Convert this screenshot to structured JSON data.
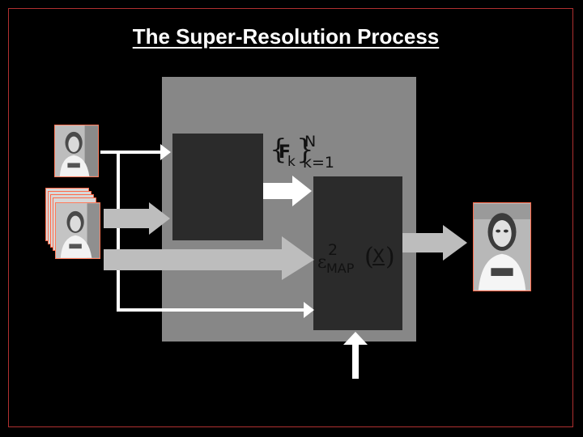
{
  "title": "The Super-Resolution Process",
  "formula_top": {
    "left_brace": "{",
    "symbol": "F",
    "subscript": "k",
    "right_brace": "}",
    "superscript": "N",
    "range": "k=1"
  },
  "formula_bottom": {
    "epsilon": "ε",
    "superscript": "2",
    "subscript": "MAP",
    "open_paren": "(",
    "variable": "X",
    "close_paren": ")"
  },
  "colors": {
    "background": "#000000",
    "panel": "#878787",
    "block": "#2b2b2b",
    "arrow_gray": "#bdbdbd",
    "arrow_white": "#ffffff",
    "photo_border": "#ff7a5a"
  },
  "icons": {
    "single_frame": "person-photo-icon",
    "frame_stack": "photo-stack-icon",
    "output_image": "person-photo-icon"
  }
}
